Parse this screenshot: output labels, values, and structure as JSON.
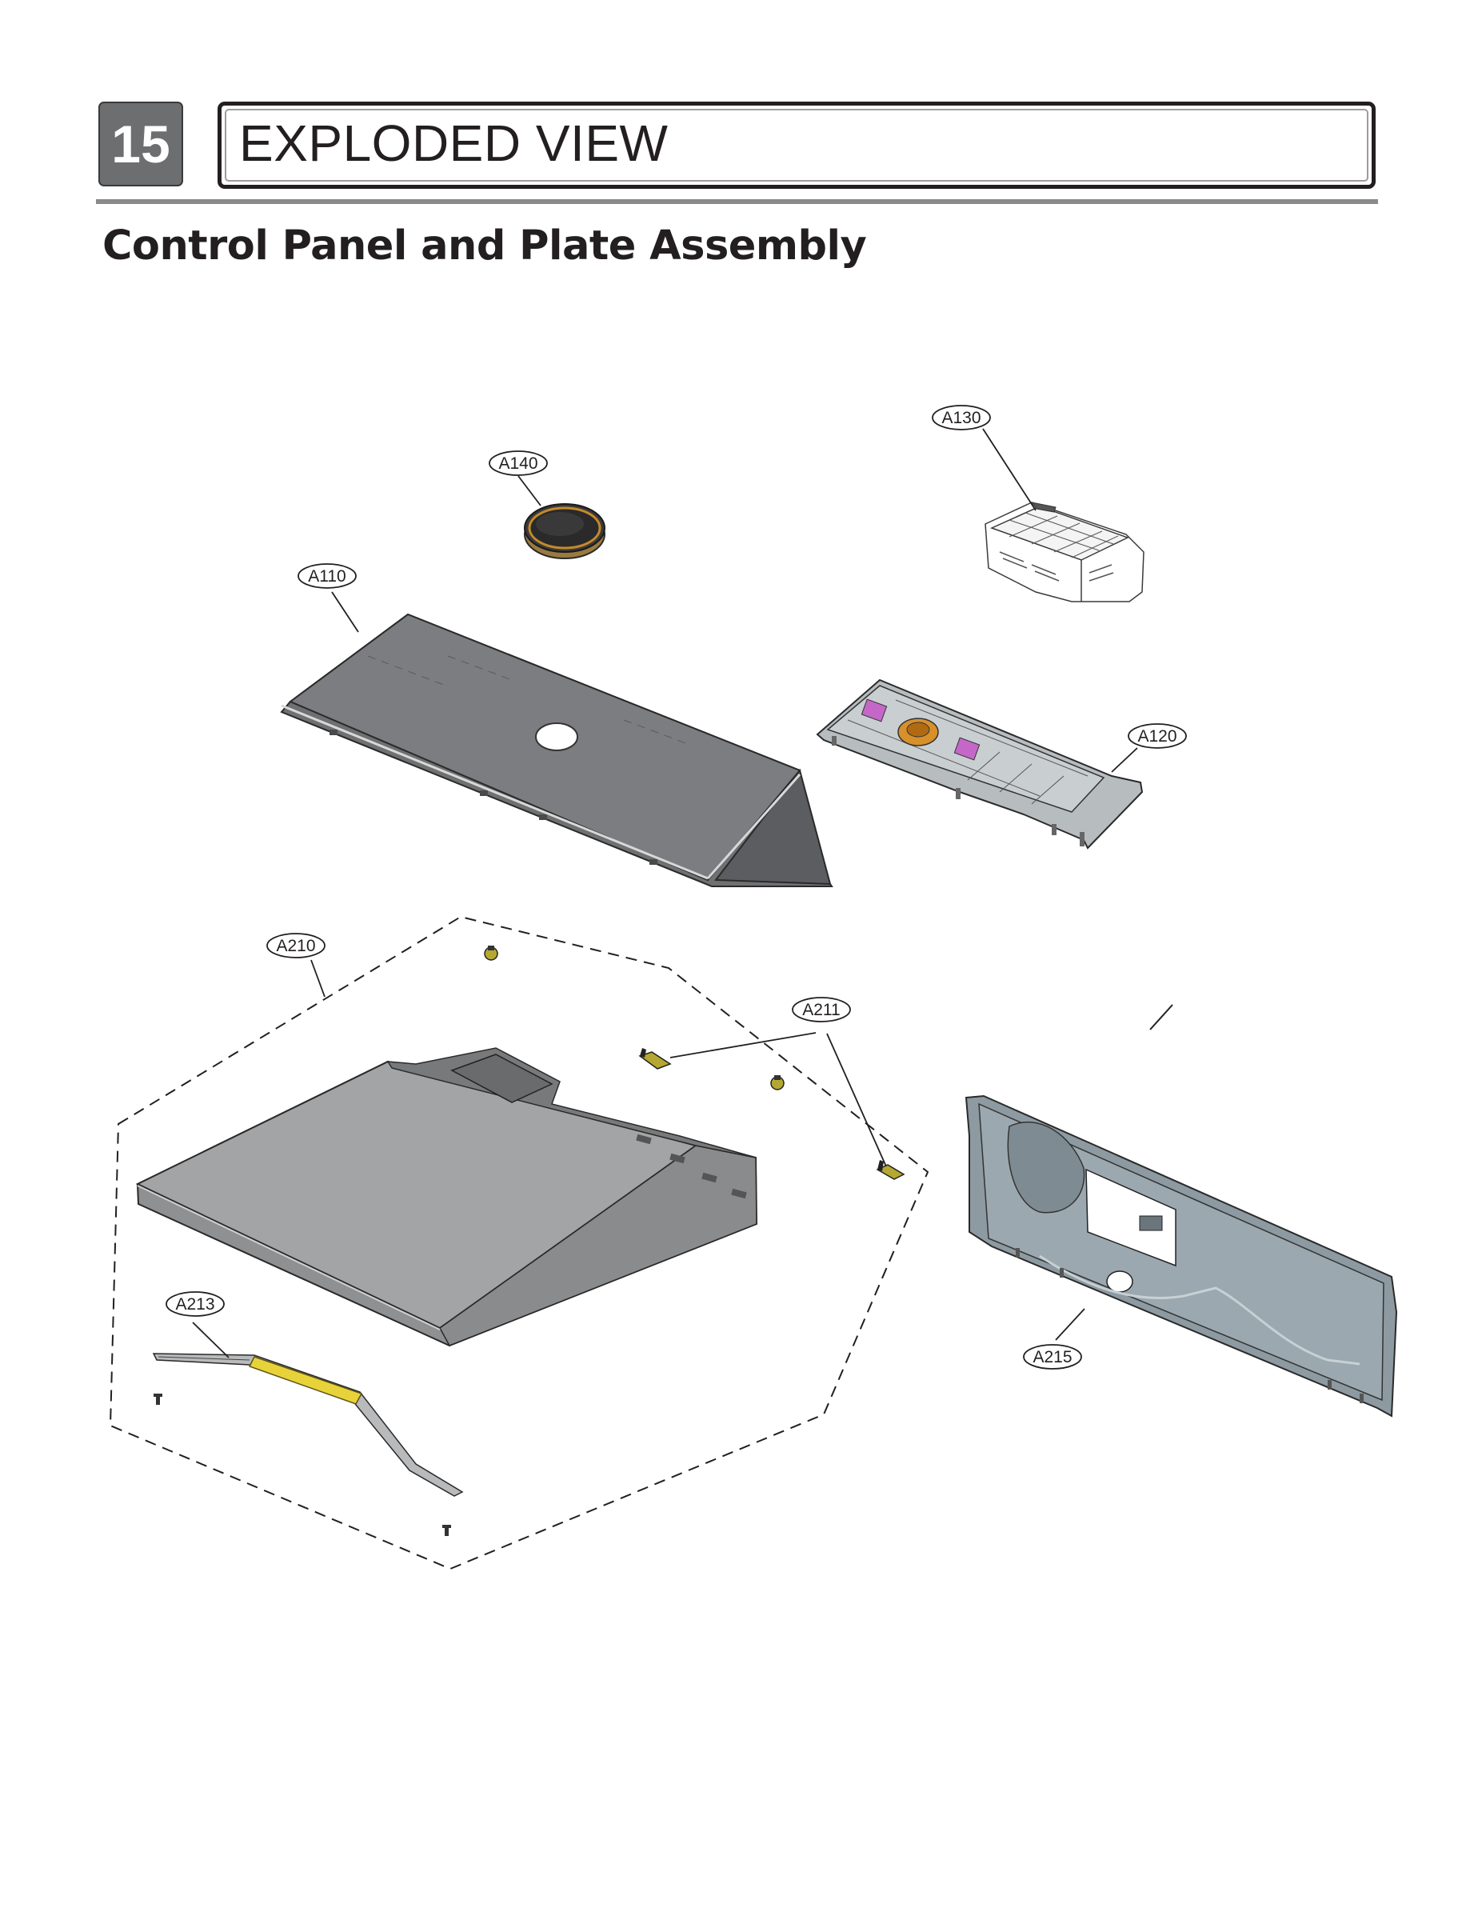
{
  "header": {
    "section_number": "15",
    "title": "EXPLODED VIEW",
    "subtitle": "Control Panel and Plate Assembly"
  },
  "diagram": {
    "callouts": {
      "a130": "A130",
      "a140": "A140",
      "a110": "A110",
      "a120": "A120",
      "a210": "A210",
      "a211": "A211",
      "a213": "A213",
      "a215": "A215"
    }
  },
  "colors": {
    "badge": "#6d6e70",
    "panel_gray": "#7a7b7d",
    "plate_gray": "#a3a4a6",
    "back_panel": "#8d9aa1",
    "knob_accent": "#c58a2a",
    "strip_yellow": "#e8d23a",
    "pcb_purple": "#c467c9"
  }
}
